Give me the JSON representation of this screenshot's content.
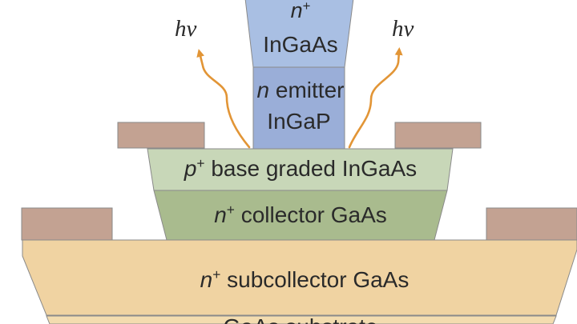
{
  "labels": {
    "photon_symbol": "hν",
    "cap": {
      "prefix": "n",
      "sup": "+",
      "material": "InGaAs"
    },
    "emitter": {
      "prefix": "n",
      "text": " emitter",
      "material": "InGaP"
    },
    "base": {
      "prefix": "p",
      "sup": "+",
      "text": " base graded InGaAs"
    },
    "collector": {
      "prefix": "n",
      "sup": "+",
      "text": " collector GaAs"
    },
    "subcollector": {
      "prefix": "n",
      "sup": "+",
      "text": " subcollector GaAs"
    },
    "substrate": "GaAs substrate"
  },
  "colors": {
    "cap": "#a9bfe3",
    "emitter": "#9aaed8",
    "base": "#c8d7b8",
    "collector": "#a9bb8e",
    "subcollector": "#f0d3a2",
    "substrate": "#f3dcaf",
    "contact": "#c3a292",
    "arrow": "#e29536",
    "outline": "#8a8a8a"
  }
}
